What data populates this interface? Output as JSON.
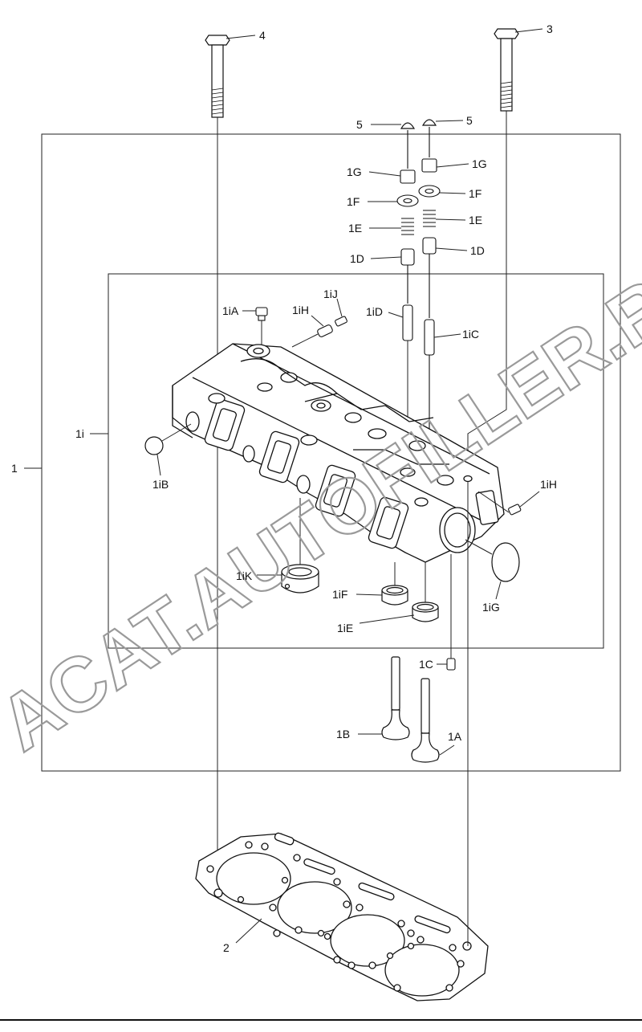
{
  "callouts": {
    "c1": "1",
    "c2": "2",
    "c3": "3",
    "c4": "4",
    "c5a": "5",
    "c5b": "5",
    "c1g_l": "1G",
    "c1g_r": "1G",
    "c1f_l": "1F",
    "c1f_r": "1F",
    "c1e_l": "1E",
    "c1e_r": "1E",
    "c1d_l": "1D",
    "c1d_r": "1D",
    "c1ia": "1iA",
    "c1ih_top": "1iH",
    "c1ij": "1iJ",
    "c1id": "1iD",
    "c1ic": "1iC",
    "c1i": "1i",
    "c1ib": "1iB",
    "c1ih_right": "1iH",
    "c1ik": "1iK",
    "c1if": "1iF",
    "c1ie": "1iE",
    "c1ig": "1iG",
    "c1c": "1C",
    "c1b": "1B",
    "c1a": "1A"
  },
  "watermark": "ACAT.AUTOFILLER.RU"
}
